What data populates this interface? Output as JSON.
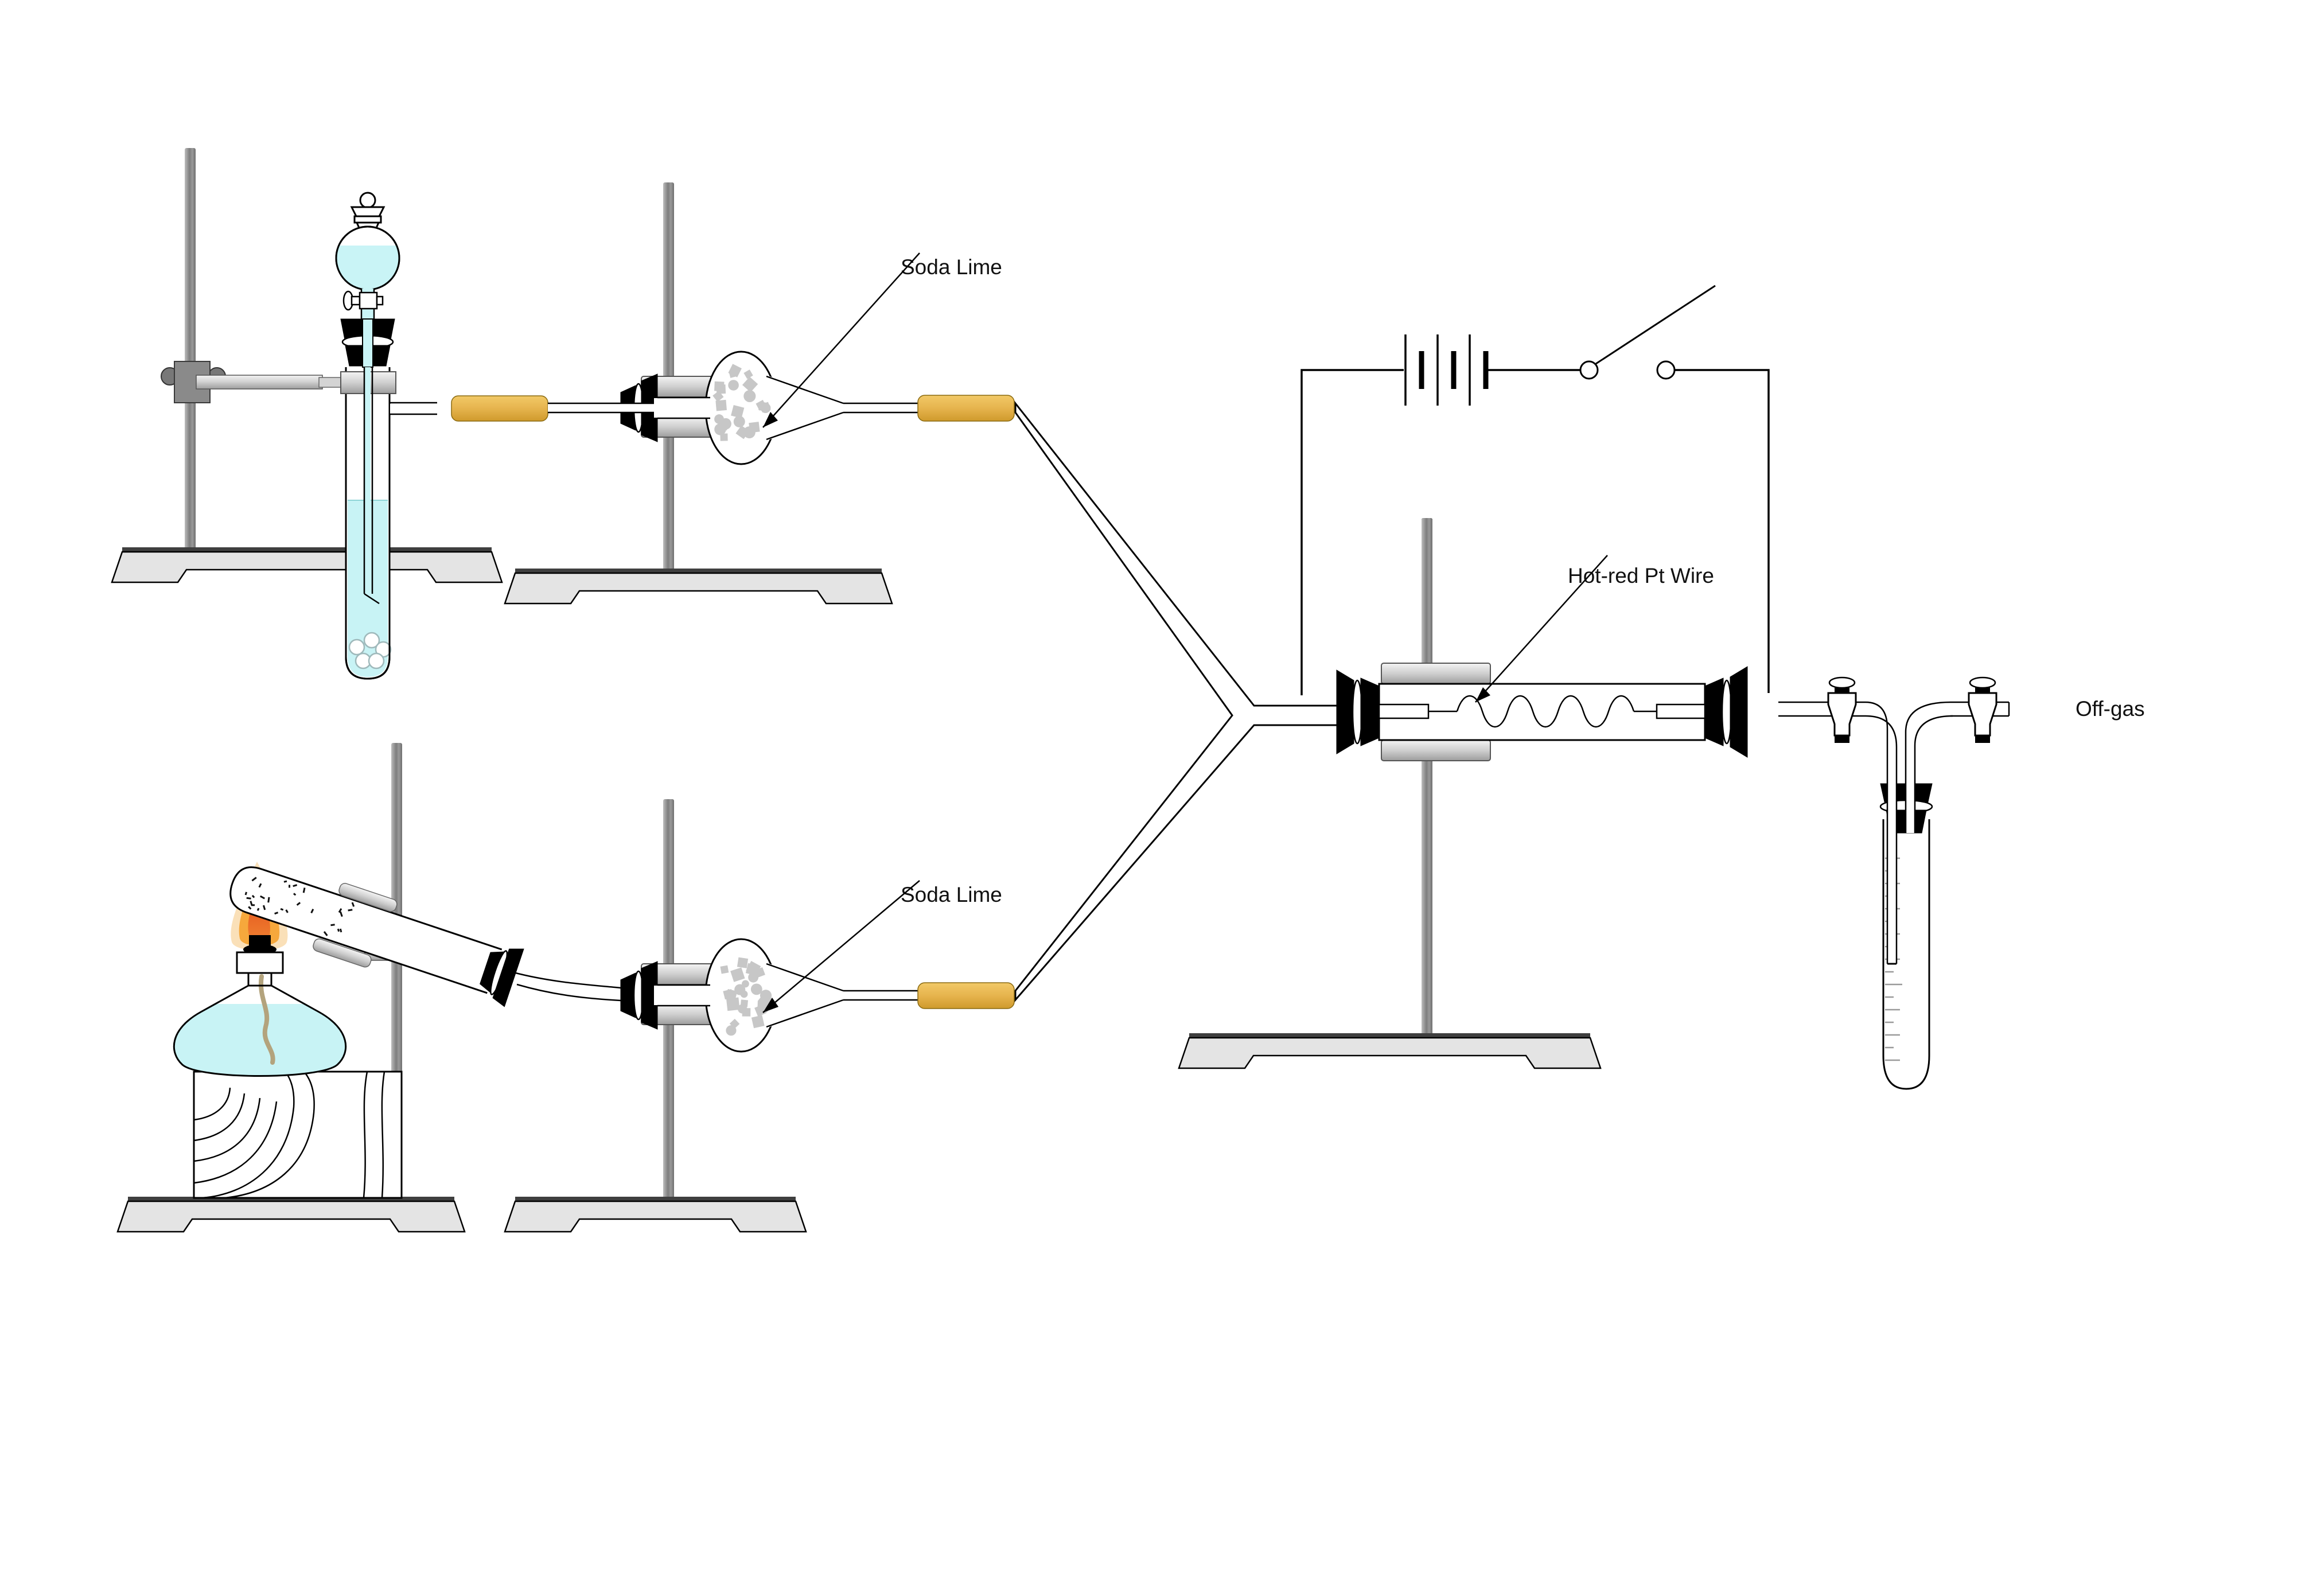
{
  "labels": {
    "soda_lime_top": "Soda Lime",
    "soda_lime_bottom": "Soda Lime",
    "pt_wire": "Hot-red Pt Wire",
    "off_gas": "Off-gas"
  },
  "colors": {
    "liquid": "#c8f3f5",
    "funnel_liquid": "#c9f4f6",
    "rubber_tubing": "#e6b44e",
    "soda_lime_chunk": "#c7c7c7",
    "flame_outer": "#f9ddb0",
    "flame_mid": "#f6a83c",
    "flame_core": "#e04818",
    "stand_metal": "#8f8f8f",
    "base_fill": "#e4e4e4"
  },
  "soda_lime": {
    "chunk_count": 24
  },
  "residue": {
    "speck_count": 30
  }
}
